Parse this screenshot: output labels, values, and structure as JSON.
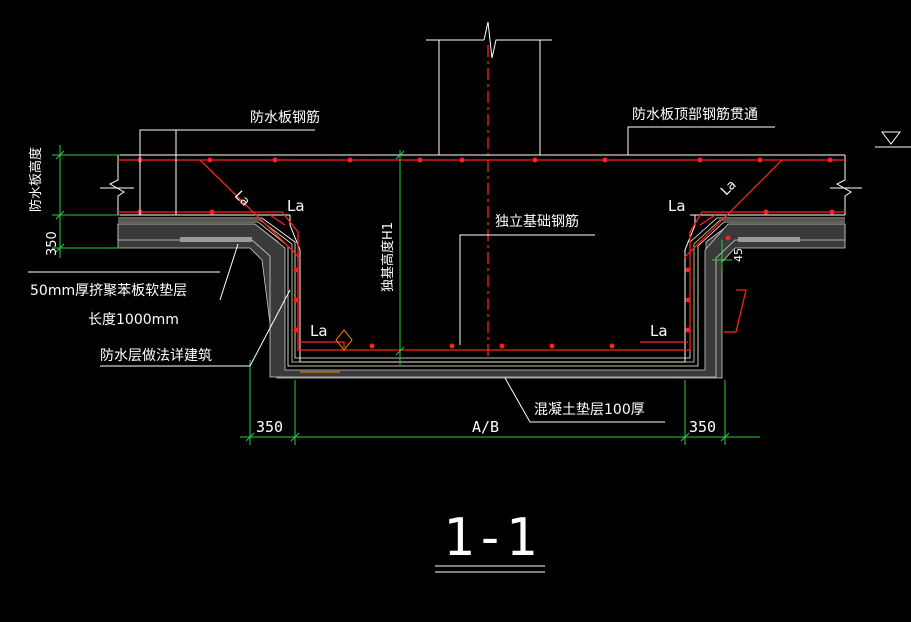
{
  "drawing": {
    "title": "1-1",
    "labels": {
      "waterproof_slab_rebar": "防水板钢筋",
      "slab_top_rebar_through": "防水板顶部钢筋贯通",
      "slab_height": "防水板高度",
      "dim_left_vertical": "350",
      "eps_layer": "50mm厚挤聚苯板软垫层",
      "length": "长度1000mm",
      "waterproof_layer": "防水层做法详建筑",
      "foundation_height": "独基高度H1",
      "isolated_foundation_rebar": "独立基础钢筋",
      "la_1": "La",
      "la_2": "La",
      "la_3": "La",
      "la_4": "La",
      "la_5": "La",
      "la_6": "La",
      "slope_45": "45",
      "concrete_cushion": "混凝土垫层100厚",
      "dim_bottom_left": "350",
      "dim_bottom_center": "A/B",
      "dim_bottom_right": "350"
    }
  }
}
